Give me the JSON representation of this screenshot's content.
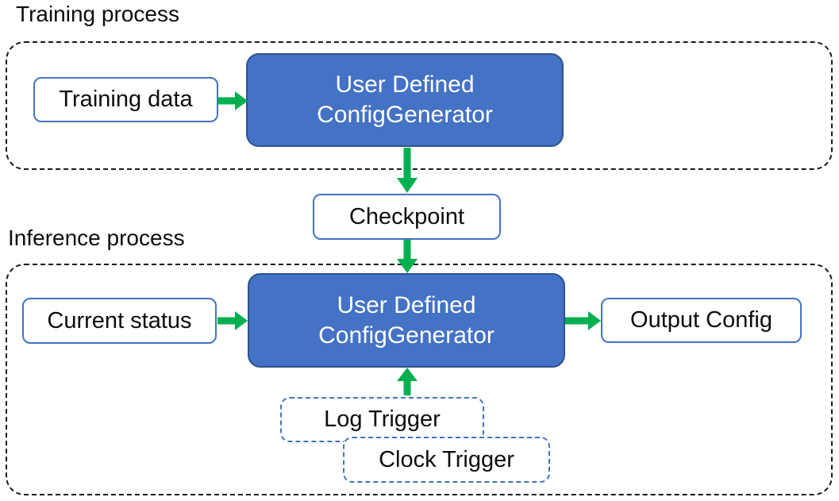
{
  "colors": {
    "accent-blue": "#4472C4",
    "accent-blue-dark": "#2F528F",
    "arrow-green": "#00B050",
    "dash-black": "#1a1a1a",
    "text-dark": "#0d0d0d",
    "text-light": "#ffffff"
  },
  "training": {
    "label": "Training process",
    "input_box": "Training data",
    "generator_line1": "User Defined",
    "generator_line2": "ConfigGenerator"
  },
  "checkpoint": {
    "label": "Checkpoint"
  },
  "inference": {
    "label": "Inference process",
    "input_box": "Current status",
    "generator_line1": "User Defined",
    "generator_line2": "ConfigGenerator",
    "output_box": "Output Config",
    "triggers": [
      "Log Trigger",
      "Clock Trigger"
    ]
  }
}
